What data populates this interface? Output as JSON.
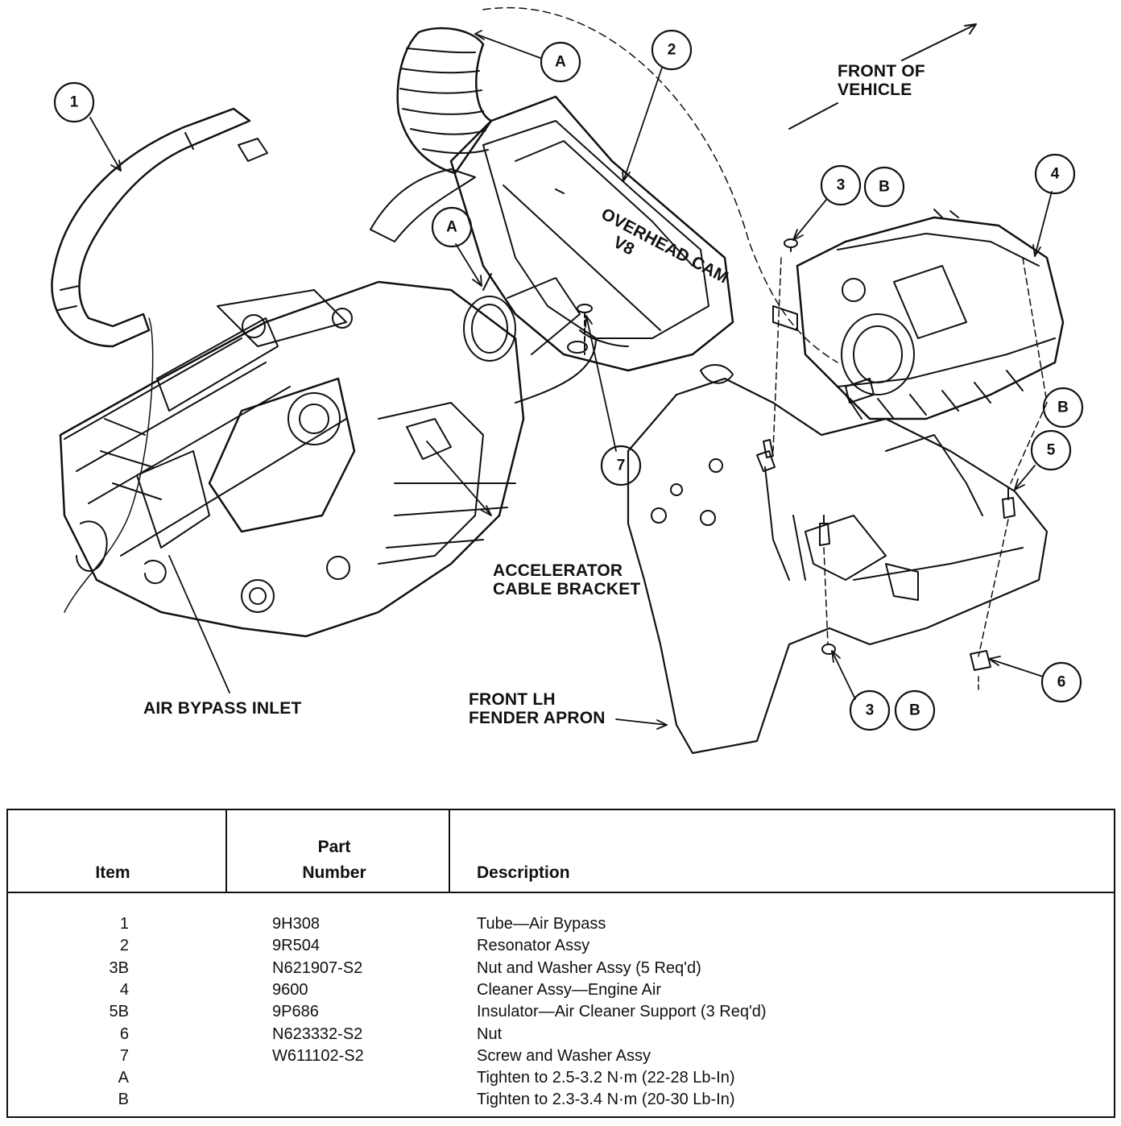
{
  "diagram": {
    "callouts": {
      "c1": "1",
      "c2": "2",
      "c3a": "3",
      "c3b": "3",
      "c4": "4",
      "c5": "5",
      "c6": "6",
      "c7": "7",
      "ca1": "A",
      "ca2": "A",
      "cb1": "B",
      "cb2": "B",
      "cb3": "B"
    },
    "labels": {
      "front_of_vehicle_1": "FRONT OF",
      "front_of_vehicle_2": "VEHICLE",
      "accelerator_1": "ACCELERATOR",
      "accelerator_2": "CABLE BRACKET",
      "air_bypass": "AIR BYPASS INLET",
      "fender_1": "FRONT LH",
      "fender_2": "FENDER APRON",
      "resonator_text": "OVERHEAD CAM",
      "resonator_v8": "V8"
    }
  },
  "table": {
    "headers": {
      "item": "Item",
      "part_number_1": "Part",
      "part_number_2": "Number",
      "description": "Description"
    },
    "rows": [
      {
        "item": "1",
        "part": "9H308",
        "desc": "Tube—Air Bypass"
      },
      {
        "item": "2",
        "part": "9R504",
        "desc": "Resonator Assy"
      },
      {
        "item": "3B",
        "part": "N621907-S2",
        "desc": "Nut and Washer Assy (5 Req'd)"
      },
      {
        "item": "4",
        "part": "9600",
        "desc": "Cleaner Assy—Engine Air"
      },
      {
        "item": "5B",
        "part": "9P686",
        "desc": "Insulator—Air Cleaner Support (3 Req'd)"
      },
      {
        "item": "6",
        "part": "N623332-S2",
        "desc": "Nut"
      },
      {
        "item": "7",
        "part": "W611102-S2",
        "desc": "Screw and Washer Assy"
      },
      {
        "item": "A",
        "part": "",
        "desc": "Tighten to 2.5-3.2 N·m (22-28 Lb-In)"
      },
      {
        "item": "B",
        "part": "",
        "desc": "Tighten to 2.3-3.4 N·m (20-30 Lb-In)"
      }
    ]
  }
}
